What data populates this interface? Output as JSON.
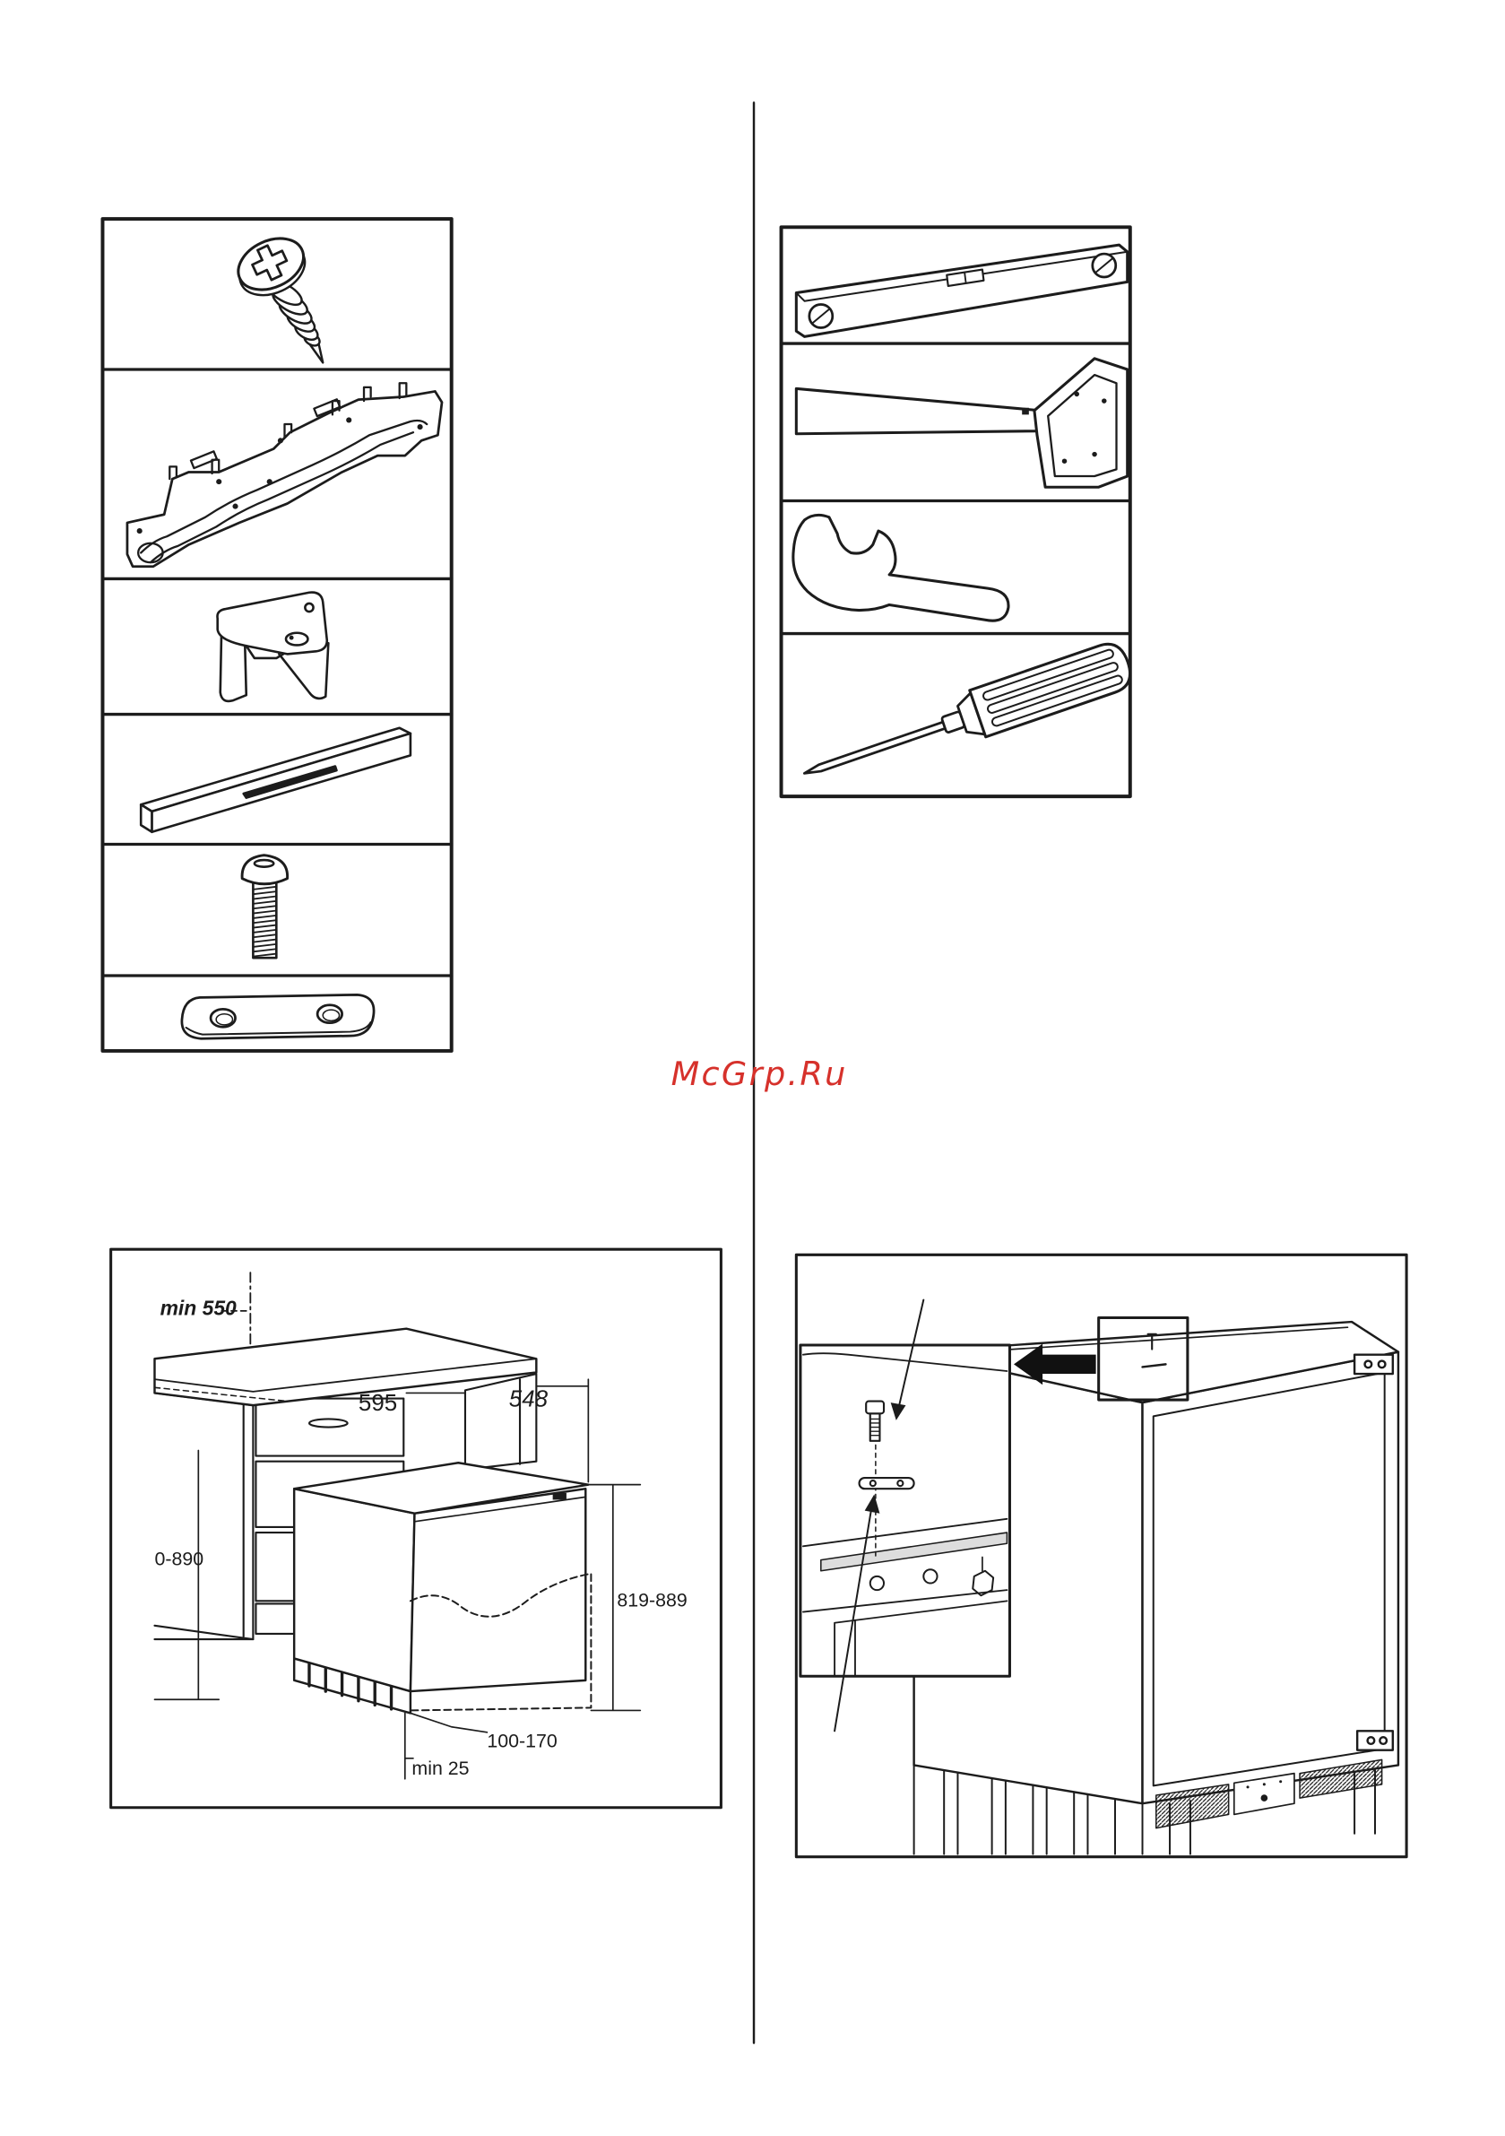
{
  "watermark": {
    "text": "McGrp.Ru",
    "color": "#d6312b"
  },
  "parts_table": {
    "items": [
      {
        "icon": "wood-screw-icon"
      },
      {
        "icon": "mounting-bracket-icon"
      },
      {
        "icon": "fixing-clip-icon"
      },
      {
        "icon": "cover-strip-icon"
      },
      {
        "icon": "bolt-icon"
      },
      {
        "icon": "spacer-plate-icon"
      }
    ]
  },
  "tools_table": {
    "items": [
      {
        "icon": "spirit-level-icon"
      },
      {
        "icon": "set-square-icon"
      },
      {
        "icon": "wrench-icon"
      },
      {
        "icon": "screwdriver-icon"
      }
    ]
  },
  "dimension_diagram": {
    "labels": {
      "min_clearance": "min 550",
      "niche_width": "595",
      "niche_depth": "548",
      "worktop_height": "0-890",
      "niche_height": "819-889",
      "door_offset": "100-170",
      "min_gap": "min 25"
    }
  },
  "fixing_diagram": {
    "icons": [
      "bolt-icon",
      "plate-icon",
      "arrow-left-icon"
    ]
  },
  "colors": {
    "ink": "#1c1c1c",
    "paper": "#ffffff"
  }
}
